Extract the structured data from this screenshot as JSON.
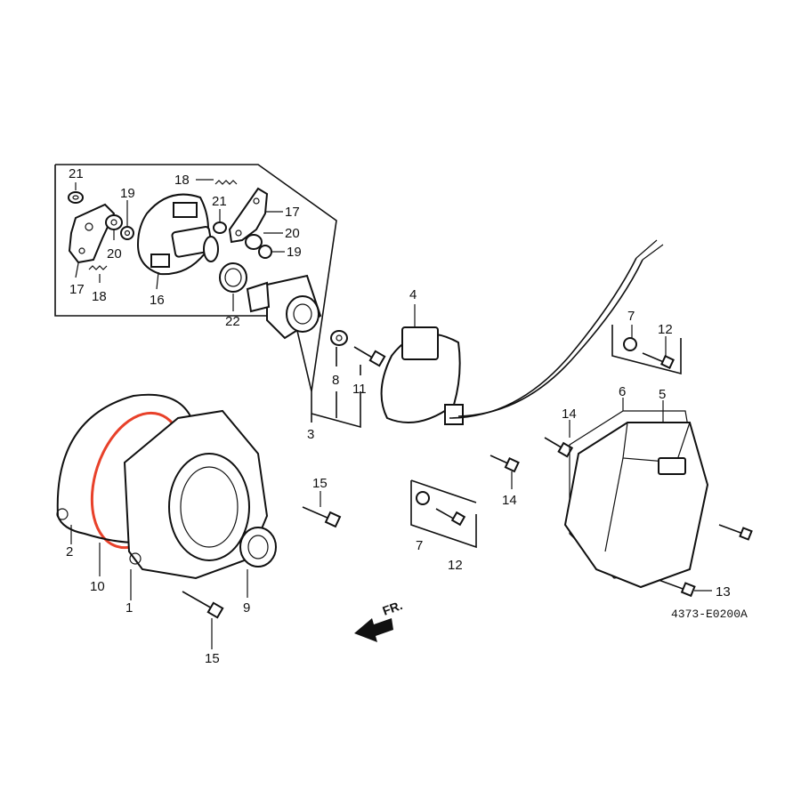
{
  "labels": {
    "p1": "1",
    "p2": "2",
    "p3": "3",
    "p4": "4",
    "p5": "5",
    "p6": "6",
    "p7a": "7",
    "p7b": "7",
    "p8": "8",
    "p9": "9",
    "p10": "10",
    "p11": "11",
    "p12a": "12",
    "p12b": "12",
    "p13": "13",
    "p14a": "14",
    "p14b": "14",
    "p15a": "15",
    "p15b": "15",
    "p16": "16",
    "p17a": "17",
    "p17b": "17",
    "p18a": "18",
    "p18b": "18",
    "p19a": "19",
    "p19b": "19",
    "p20a": "20",
    "p20b": "20",
    "p21a": "21",
    "p21b": "21",
    "p22": "22"
  },
  "front_arrow": "FR.",
  "diagram_code": "4373-E0200A",
  "colors": {
    "highlight": "#e8412a",
    "ink": "#111111"
  }
}
